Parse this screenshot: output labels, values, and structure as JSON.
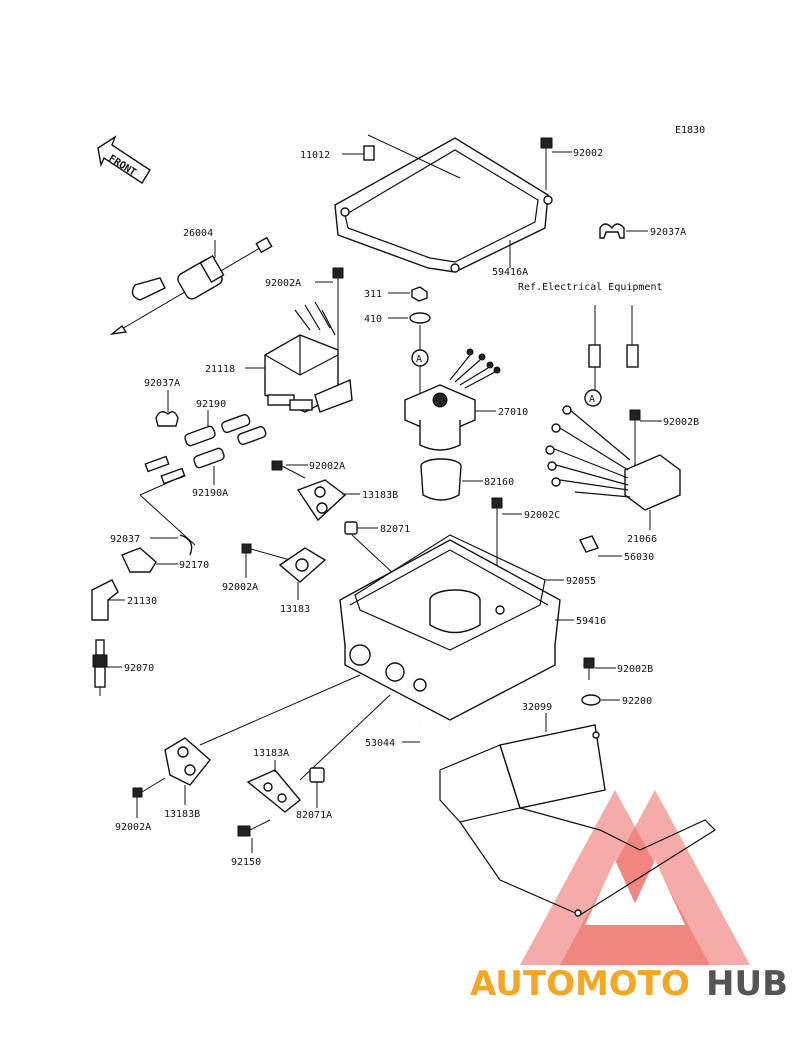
{
  "diagram_code": "E1830",
  "front_label": "FRONT",
  "reference_note": "Ref.Electrical Equipment",
  "callout_a": "A",
  "watermark": {
    "part1": "AUTOMOTO",
    "part2": "HUB",
    "color1": "#f5a623",
    "color2": "#555555",
    "logo_color": "#e8332a"
  },
  "parts": {
    "p11012": "11012",
    "p92002": "92002",
    "p92037A_top": "92037A",
    "p59416A": "59416A",
    "p26004": "26004",
    "p92002A_1": "92002A",
    "p311": "311",
    "p410": "410",
    "p21118": "21118",
    "p92037A_left": "92037A",
    "p92190": "92190",
    "p92190A": "92190A",
    "p27010": "27010",
    "p92002B_right": "92002B",
    "p92002A_2": "92002A",
    "p13183B_1": "13183B",
    "p82160": "82160",
    "p21066": "21066",
    "p92037": "92037",
    "p82071": "82071",
    "p92002C": "92002C",
    "p56030": "56030",
    "p92170": "92170",
    "p92002A_3": "92002A",
    "p92055": "92055",
    "p21130": "21130",
    "p13183": "13183",
    "p59416": "59416",
    "p92070": "92070",
    "p92002B_2": "92002B",
    "p92200": "92200",
    "p32099": "32099",
    "p53044": "53044",
    "p13183A": "13183A",
    "p92002A_4": "92002A",
    "p13183B_2": "13183B",
    "p82071A": "82071A",
    "p92150": "92150"
  }
}
